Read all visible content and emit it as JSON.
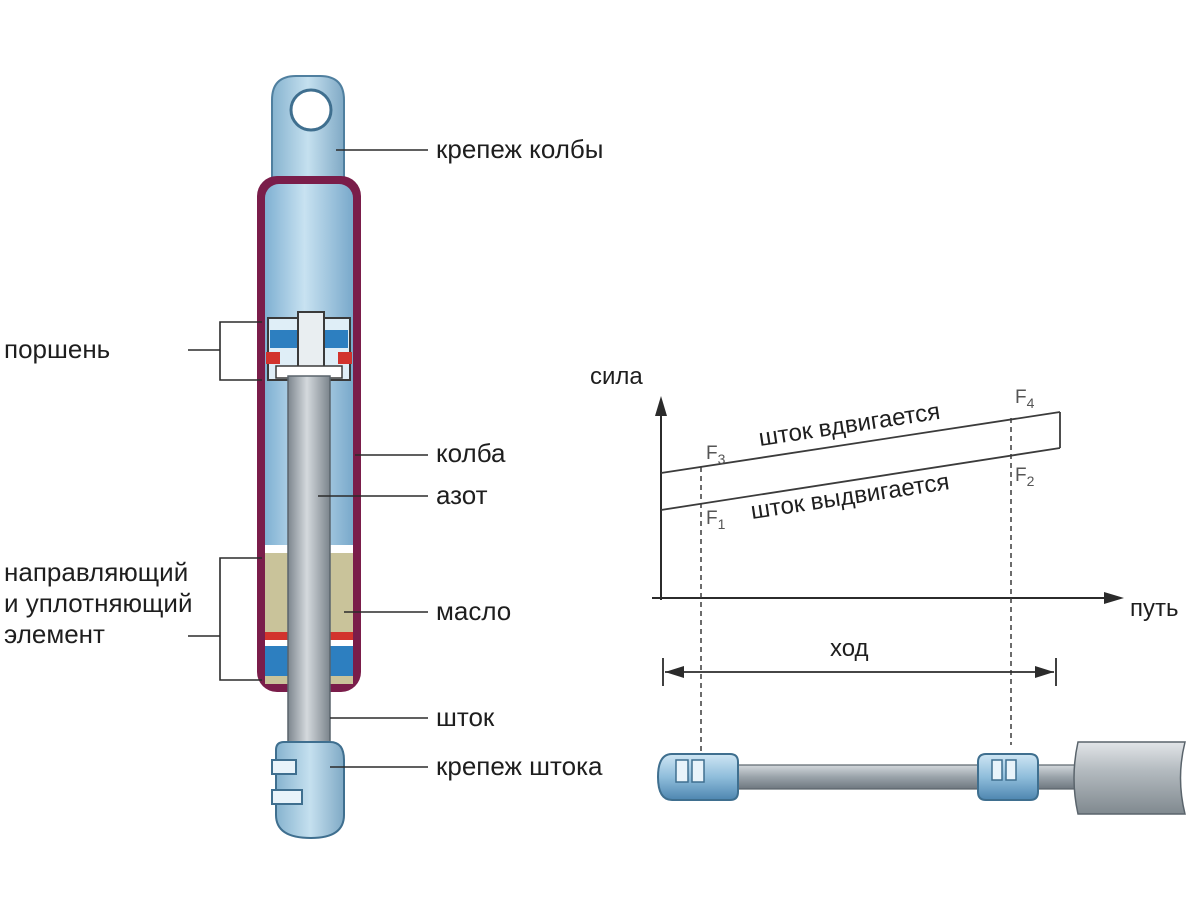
{
  "left_diagram": {
    "labels": {
      "barrel_mount": "крепеж колбы",
      "piston": "поршень",
      "barrel": "колба",
      "nitrogen": "азот",
      "guide_seal_line1": "направляющий",
      "guide_seal_line2": "и уплотняющий",
      "guide_seal_line3": "элемент",
      "oil": "масло",
      "rod": "шток",
      "rod_mount": "крепеж штока"
    }
  },
  "force_graph": {
    "y_axis_label": "сила",
    "x_axis_label": "путь",
    "upper_line_label": "шток вдвигается",
    "lower_line_label": "шток выдвигается",
    "f1": {
      "letter": "F",
      "sub": "1"
    },
    "f2": {
      "letter": "F",
      "sub": "2"
    },
    "f3": {
      "letter": "F",
      "sub": "3"
    },
    "f4": {
      "letter": "F",
      "sub": "4"
    },
    "stroke_label": "ход"
  },
  "colors": {
    "barrel_outline": "#7a1d4a",
    "barrel_fill": "#a9cde4",
    "rod": "#9ea6ad",
    "oil": "#c9c39a",
    "seal_blue": "#2d7fc0",
    "seal_red": "#d2332d",
    "mount_fill": "#9fc6dc",
    "line": "#2b2b2b"
  }
}
